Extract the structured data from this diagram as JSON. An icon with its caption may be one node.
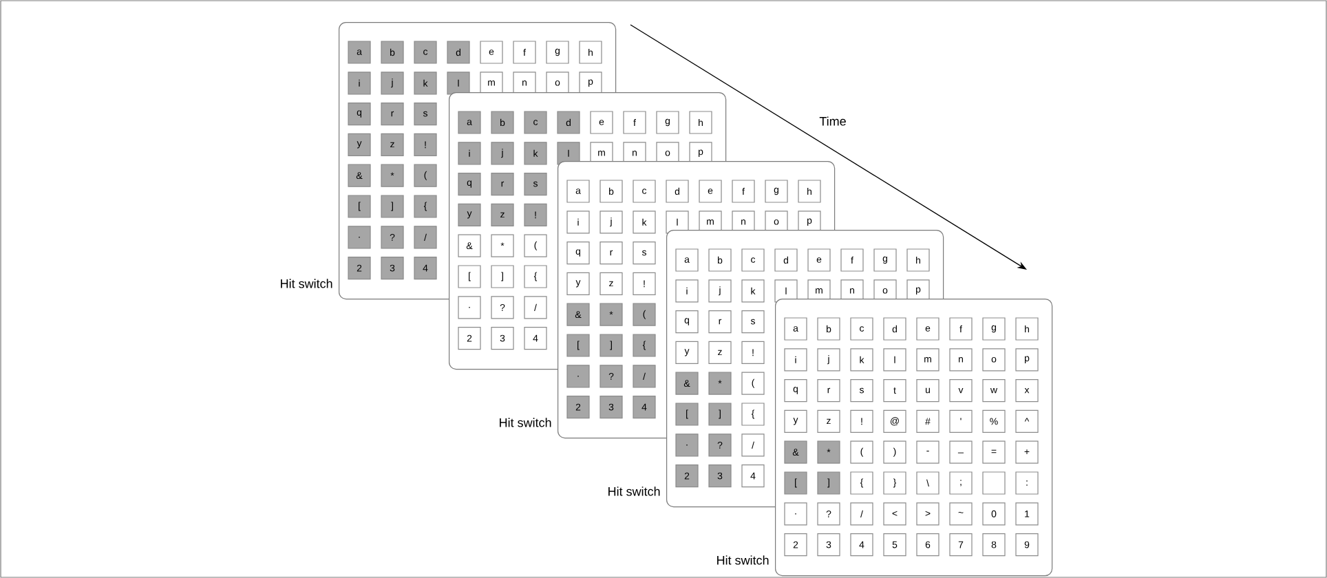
{
  "diagram": {
    "nodes": [
      {
        "text": [],
        "shape": "box",
        "beside": [
          "Hit switch"
        ]
      },
      {
        "text": [
          "a"
        ],
        "in": 0
      },
      {
        "text": [
          "b"
        ],
        "in": 0
      },
      {
        "text": [
          "c"
        ],
        "in": 0
      },
      {
        "text": [
          "d"
        ],
        "in": 0
      },
      {
        "text": [
          "e"
        ],
        "in": 0
      },
      {
        "text": [
          "f"
        ],
        "in": 0
      },
      {
        "text": [
          "g"
        ],
        "in": 0
      },
      {
        "text": [
          "h"
        ],
        "in": 0
      },
      {
        "text": [
          "i"
        ],
        "in": 0
      },
      {
        "text": [
          "j"
        ],
        "in": 0
      },
      {
        "text": [
          "k"
        ],
        "in": 0
      },
      {
        "text": [
          "l"
        ],
        "in": 0
      },
      {
        "text": [
          "m"
        ],
        "in": 0
      },
      {
        "text": [
          "n"
        ],
        "in": 0
      },
      {
        "text": [
          "o"
        ],
        "in": 0
      },
      {
        "text": [
          "p"
        ],
        "in": 0
      },
      {
        "text": [
          "q"
        ],
        "in": 0
      },
      {
        "text": [
          "r"
        ],
        "in": 0
      },
      {
        "text": [
          "s"
        ],
        "in": 0
      },
      {
        "text": [
          "y"
        ],
        "in": 0
      },
      {
        "text": [
          "z"
        ],
        "in": 0
      },
      {
        "text": [
          "!"
        ],
        "in": 0
      },
      {
        "text": [
          "&"
        ],
        "in": 0
      },
      {
        "text": [
          "*"
        ],
        "in": 0
      },
      {
        "text": [
          "("
        ],
        "in": 0
      },
      {
        "text": [
          "["
        ],
        "in": 0
      },
      {
        "text": [
          "]"
        ],
        "in": 0
      },
      {
        "text": [
          "{"
        ],
        "in": 0
      },
      {
        "text": [
          "."
        ],
        "in": 0
      },
      {
        "text": [
          "?"
        ],
        "in": 0
      },
      {
        "text": [
          "/"
        ],
        "in": 0
      },
      {
        "text": [
          "2"
        ],
        "in": 0
      },
      {
        "text": [
          "3"
        ],
        "in": 0
      },
      {
        "text": [
          "4"
        ],
        "in": 0
      },
      {
        "text": [],
        "shape": "box"
      },
      {
        "text": [
          "a"
        ]
      },
      {
        "text": [
          "b"
        ]
      },
      {
        "text": [
          "c"
        ]
      },
      {
        "text": [
          "d"
        ]
      },
      {
        "text": [
          "e"
        ]
      },
      {
        "text": [
          "f"
        ],
        "in": 35
      },
      {
        "text": [
          "g"
        ],
        "in": 35
      },
      {
        "text": [
          "h"
        ],
        "in": 35
      },
      {
        "text": [
          "i"
        ]
      },
      {
        "text": [
          "j"
        ]
      },
      {
        "text": [
          "k"
        ]
      },
      {
        "text": [
          "l"
        ]
      },
      {
        "text": [
          "m"
        ]
      },
      {
        "text": [
          "n"
        ],
        "in": 35
      },
      {
        "text": [
          "o"
        ],
        "in": 35
      },
      {
        "text": [
          "p"
        ],
        "in": 35
      },
      {
        "text": [
          "q"
        ]
      },
      {
        "text": [
          "r"
        ]
      },
      {
        "text": [
          "s"
        ]
      },
      {
        "text": [
          "y"
        ]
      },
      {
        "text": [
          "z"
        ]
      },
      {
        "text": [
          "!"
        ]
      },
      {
        "text": [
          "&"
        ]
      },
      {
        "text": [
          "*"
        ]
      },
      {
        "text": [
          "("
        ]
      },
      {
        "text": [
          "["
        ]
      },
      {
        "text": [
          "]"
        ]
      },
      {
        "text": [
          "{"
        ]
      },
      {
        "text": [
          "."
        ],
        "in": 35
      },
      {
        "text": [
          "?"
        ],
        "in": 35
      },
      {
        "text": [
          "/"
        ],
        "in": 35
      },
      {
        "text": [
          "2"
        ],
        "in": 35
      },
      {
        "text": [
          "3"
        ],
        "in": 35
      },
      {
        "text": [
          "4"
        ],
        "in": 35
      },
      {
        "text": [],
        "shape": "box",
        "beside": [
          "Hit switch"
        ]
      },
      {
        "text": [
          "a"
        ]
      },
      {
        "text": [
          "b"
        ]
      },
      {
        "text": [
          "c"
        ]
      },
      {
        "text": [
          "d"
        ]
      },
      {
        "text": [
          "e"
        ]
      },
      {
        "text": [
          "f"
        ],
        "in": 70
      },
      {
        "text": [
          "g"
        ],
        "in": 70
      },
      {
        "text": [
          "h"
        ],
        "in": 70
      },
      {
        "text": [
          "i"
        ]
      },
      {
        "text": [
          "j"
        ]
      },
      {
        "text": [
          "k"
        ]
      },
      {
        "text": [
          "l"
        ]
      },
      {
        "text": [
          "m"
        ]
      },
      {
        "text": [
          "n"
        ],
        "in": 70
      },
      {
        "text": [
          "o"
        ],
        "in": 70
      },
      {
        "text": [
          "p"
        ],
        "in": 70
      },
      {
        "text": [
          "q"
        ]
      },
      {
        "text": [
          "r"
        ]
      },
      {
        "text": [
          "s"
        ]
      },
      {
        "text": [
          "y"
        ]
      },
      {
        "text": [
          "z"
        ]
      },
      {
        "text": [
          "!"
        ]
      },
      {
        "text": [
          "&"
        ]
      },
      {
        "text": [
          "*"
        ]
      },
      {
        "text": [
          "("
        ]
      },
      {
        "text": [
          "["
        ]
      },
      {
        "text": [
          "]"
        ]
      },
      {
        "text": [
          "{"
        ]
      },
      {
        "text": [
          "."
        ],
        "in": 70
      },
      {
        "text": [
          "?"
        ],
        "in": 70
      },
      {
        "text": [
          "/"
        ],
        "in": 70
      },
      {
        "text": [
          "2"
        ],
        "in": 70
      },
      {
        "text": [
          "3"
        ],
        "in": 70
      },
      {
        "text": [
          "4"
        ],
        "in": 70
      },
      {
        "text": [],
        "shape": "box",
        "beside": [
          "Hit switch"
        ]
      },
      {
        "text": [
          "a"
        ]
      },
      {
        "text": [
          "b"
        ]
      },
      {
        "text": [
          "c"
        ]
      },
      {
        "text": [
          "d"
        ]
      },
      {
        "text": [
          "e"
        ]
      },
      {
        "text": [
          "f"
        ],
        "in": 105
      },
      {
        "text": [
          "g"
        ],
        "in": 105
      },
      {
        "text": [
          "h"
        ],
        "in": 105
      },
      {
        "text": [
          "i"
        ]
      },
      {
        "text": [
          "j"
        ]
      },
      {
        "text": [
          "k"
        ]
      },
      {
        "text": [
          "l"
        ]
      },
      {
        "text": [
          "m"
        ]
      },
      {
        "text": [
          "n"
        ],
        "in": 105
      },
      {
        "text": [
          "o"
        ],
        "in": 105
      },
      {
        "text": [
          "p"
        ],
        "in": 105
      },
      {
        "text": [
          "q"
        ]
      },
      {
        "text": [
          "r"
        ]
      },
      {
        "text": [
          "s"
        ]
      },
      {
        "text": [
          "y"
        ]
      },
      {
        "text": [
          "z"
        ]
      },
      {
        "text": [
          "!"
        ]
      },
      {
        "text": [
          "&"
        ]
      },
      {
        "text": [
          "*"
        ]
      },
      {
        "text": [
          "("
        ]
      },
      {
        "text": [
          "["
        ]
      },
      {
        "text": [
          "]"
        ]
      },
      {
        "text": [
          "{"
        ]
      },
      {
        "text": [
          "."
        ],
        "in": 105
      },
      {
        "text": [
          "?"
        ],
        "in": 105
      },
      {
        "text": [
          "/"
        ],
        "in": 105
      },
      {
        "text": [
          "2"
        ],
        "in": 105
      },
      {
        "text": [
          "3"
        ],
        "in": 105
      },
      {
        "text": [
          "4"
        ],
        "in": 105
      },
      {
        "text": [],
        "shape": "box",
        "beside": [
          "Hit switch"
        ]
      },
      {
        "text": [
          "a"
        ]
      },
      {
        "text": [
          "b"
        ]
      },
      {
        "text": [
          "c"
        ]
      },
      {
        "text": [
          "d"
        ]
      },
      {
        "text": [
          "e"
        ]
      },
      {
        "text": [
          "f"
        ],
        "in": 140
      },
      {
        "text": [
          "g"
        ],
        "in": 140
      },
      {
        "text": [
          "h"
        ],
        "in": 140
      },
      {
        "text": [
          "i"
        ]
      },
      {
        "text": [
          "j"
        ]
      },
      {
        "text": [
          "k"
        ]
      },
      {
        "text": [
          "l"
        ]
      },
      {
        "text": [
          "m"
        ]
      },
      {
        "text": [
          "n"
        ],
        "in": 140
      },
      {
        "text": [
          "o"
        ],
        "in": 140
      },
      {
        "text": [
          "p"
        ],
        "in": 140
      },
      {
        "text": [
          "q"
        ]
      },
      {
        "text": [
          "r"
        ]
      },
      {
        "text": [
          "s"
        ]
      },
      {
        "text": [
          "t"
        ]
      },
      {
        "text": [
          "u"
        ]
      },
      {
        "text": [
          "v"
        ],
        "in": 140
      },
      {
        "text": [
          "w"
        ],
        "in": 140
      },
      {
        "text": [
          "x"
        ],
        "in": 140
      },
      {
        "text": [
          "y"
        ]
      },
      {
        "text": [
          "z"
        ]
      },
      {
        "text": [
          "!"
        ]
      },
      {
        "text": [
          "@"
        ]
      },
      {
        "text": [
          "#"
        ]
      },
      {
        "text": [
          "'"
        ],
        "in": 140
      },
      {
        "text": [
          "%"
        ],
        "in": 140
      },
      {
        "text": [
          "^"
        ],
        "in": 140
      },
      {
        "text": [
          "&"
        ]
      },
      {
        "text": [
          "*"
        ]
      },
      {
        "text": [
          "("
        ]
      },
      {
        "text": [
          ")"
        ]
      },
      {
        "text": [
          "-"
        ]
      },
      {
        "text": [
          "_"
        ],
        "in": 140
      },
      {
        "text": [
          "="
        ],
        "in": 140
      },
      {
        "text": [
          "+"
        ],
        "in": 140
      },
      {
        "text": [
          "["
        ]
      },
      {
        "text": [
          "]"
        ]
      },
      {
        "text": [
          "{"
        ]
      },
      {
        "text": [
          "}"
        ]
      },
      {
        "text": [
          "\\"
        ]
      },
      {
        "text": [
          ";"
        ],
        "in": 140
      },
      {
        "text": [],
        "shape": "box",
        "in": 140
      },
      {
        "text": [
          ":"
        ],
        "in": 140
      },
      {
        "text": [
          "."
        ],
        "in": 140
      },
      {
        "text": [
          "?"
        ],
        "in": 140
      },
      {
        "text": [
          "/"
        ],
        "in": 140
      },
      {
        "text": [
          "<"
        ],
        "in": 140
      },
      {
        "text": [
          ">"
        ],
        "in": 140
      },
      {
        "text": [
          "~"
        ],
        "in": 140
      },
      {
        "text": [
          "0"
        ],
        "in": 140
      },
      {
        "text": [
          "1"
        ],
        "in": 140
      },
      {
        "text": [
          "2"
        ],
        "in": 140
      },
      {
        "text": [
          "3"
        ],
        "in": 140
      },
      {
        "text": [
          "4"
        ],
        "in": 140
      },
      {
        "text": [
          "5"
        ],
        "in": 140
      },
      {
        "text": [
          "6"
        ],
        "in": 140
      },
      {
        "text": [
          "7"
        ],
        "in": 140
      },
      {
        "text": [
          "8"
        ],
        "in": 140
      },
      {
        "text": [
          "9"
        ],
        "in": 140
      }
    ],
    "labels": [
      "Time"
    ]
  }
}
